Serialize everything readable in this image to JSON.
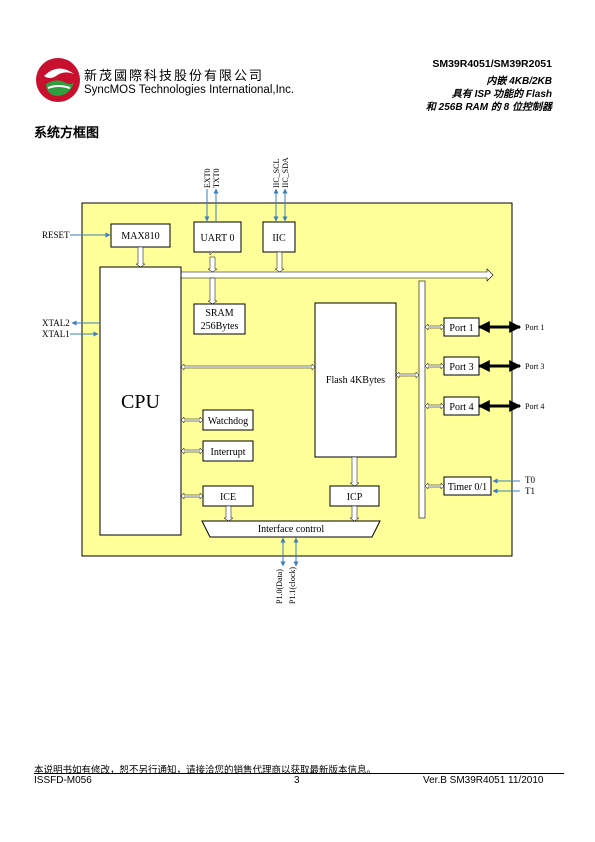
{
  "header": {
    "company_cn": "新茂國際科技股份有限公司",
    "company_en": "SyncMOS Technologies International,Inc.",
    "model": "SM39R4051/SM39R2051",
    "subtitle_line1": "内嵌 4KB/2KB",
    "subtitle_line2": "具有 ISP 功能的 Flash",
    "subtitle_line3": "和 256B RAM 的 8 位控制器"
  },
  "section_title": "系统方框图",
  "diagram": {
    "reset": "RESET",
    "xtal2": "XTAL2",
    "xtal1": "XTAL1",
    "int0": "EXT0",
    "tx0": "TXT0",
    "iic_scl": "IIC_SCL",
    "iic_sda": "IIC_SDA",
    "max810": "MAX810",
    "uart0": "UART 0",
    "iic": "IIC",
    "sram_l1": "SRAM",
    "sram_l2": "256Bytes",
    "flash": "Flash 4KBytes",
    "cpu": "CPU",
    "watchdog": "Watchdog",
    "interrupt": "Interrupt",
    "ice": "ICE",
    "icp": "ICP",
    "interface_control": "Interface control",
    "port1": "Port 1",
    "port3": "Port 3",
    "port4": "Port 4",
    "timer": "Timer 0/1",
    "port1_out": "Port 1",
    "port3_out": "Port 3",
    "port4_out": "Port 4",
    "t0": "T0",
    "t1": "T1",
    "p10": "P1.0(Data)",
    "p11": "P1.1(clock)"
  },
  "footer": {
    "note": "本说明书如有修改，恕不另行通知，请接洽您的销售代理商以获取最新版本信息。",
    "doc_id": "ISSFD-M056",
    "page": "3",
    "version": "Ver.B   SM39R4051   11/2010"
  },
  "colors": {
    "chip_fill": "#ffff99",
    "logo_red": "#c8102e",
    "logo_green": "#2e9e3e"
  }
}
